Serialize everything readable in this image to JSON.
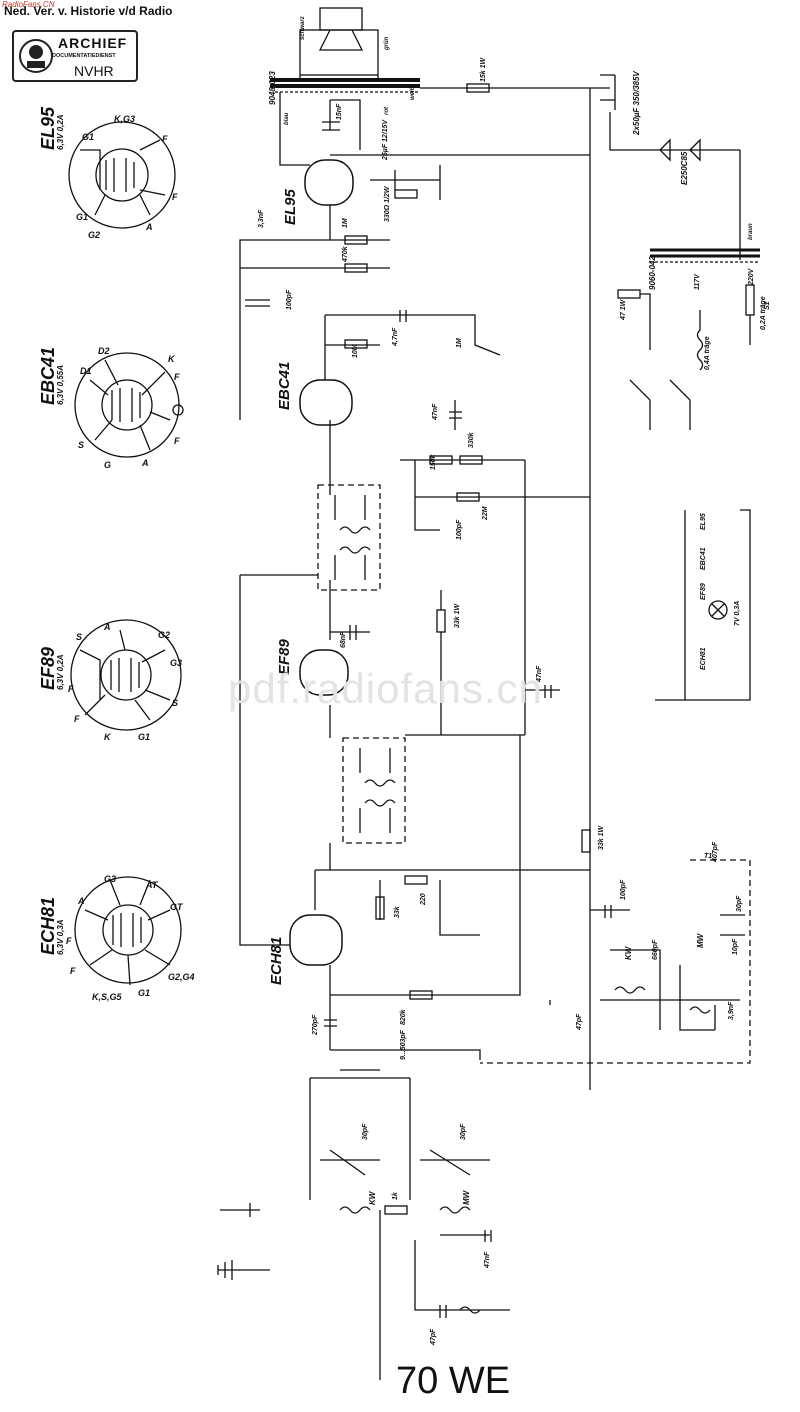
{
  "header": {
    "watermark": "RadioFans.CN",
    "text": "Ned. Ver. v. Historie v/d Radio"
  },
  "stamp": {
    "line1": "ARCHIEF",
    "line2": "DOCUMENTATIEDIENST",
    "line3": "NVHR"
  },
  "center_watermark": "pdf.radiofans.cn",
  "title": "70 WE",
  "tube_pinouts": [
    {
      "name": "EL95",
      "spec": "6,3V 0,2A",
      "pins": [
        "G1",
        "K,G3",
        "F",
        "F",
        "A",
        "G2",
        "G1"
      ]
    },
    {
      "name": "EBC41",
      "spec": "6,3V 0,55A",
      "pins": [
        "D1",
        "D2",
        "K",
        "F",
        "F",
        "A",
        "G",
        "S"
      ]
    },
    {
      "name": "EF89",
      "spec": "6,3V 0,2A",
      "pins": [
        "S",
        "A",
        "G2",
        "G3",
        "S",
        "G1",
        "K",
        "F",
        "F"
      ]
    },
    {
      "name": "ECH81",
      "spec": "6,3V 0,3A",
      "pins": [
        "A",
        "G3",
        "AT",
        "GT",
        "G2,G4",
        "G1",
        "K,S,G5",
        "F",
        "F"
      ]
    }
  ],
  "tubes": [
    {
      "name": "EL95"
    },
    {
      "name": "EBC41"
    },
    {
      "name": "EF89"
    },
    {
      "name": "ECH81"
    }
  ],
  "components": {
    "output_transformer": "9048-023",
    "mains_transformer": "9060-042",
    "rectifier": "E250C85",
    "filter_caps": "2x50µF 350/385V",
    "labels": [
      "15k 1W",
      "15nF",
      "25µF 12/15V",
      "330Ω 1/2W",
      "1M",
      "470k",
      "3,3nF",
      "100pF",
      "10M",
      "4,7nF",
      "1M",
      "47nF",
      "150k",
      "330k",
      "100pF",
      "22M",
      "68nF",
      "33k 1W",
      "47nF",
      "33k 1W",
      "220",
      "33k",
      "100pF",
      "660pF",
      "30pF",
      "10pF",
      "3,9nF",
      "47pF",
      "270pF",
      "820k",
      "9...503pF",
      "30pF",
      "30pF",
      "1k",
      "47nF",
      "47pF",
      "407pF",
      "T1",
      "47 1W",
      "0,4A träge",
      "0,2A träge",
      "220V",
      "117V",
      "S1"
    ],
    "coil_labels": [
      "KW",
      "MW",
      "KW",
      "MW"
    ],
    "wire_colors": [
      "schwarz",
      "grün",
      "blau",
      "rot",
      "weiß",
      "braun"
    ],
    "lamp": "7V 0,3A",
    "heater_chain": [
      "EL95",
      "EBC41",
      "EF89",
      "ECH81"
    ]
  }
}
